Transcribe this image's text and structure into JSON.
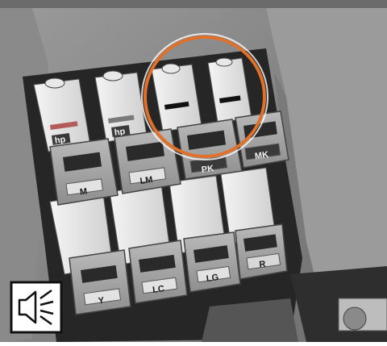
{
  "labels": {
    "m": "M",
    "lm": "LM",
    "pk": "PK",
    "mk": "MK",
    "y": "Y",
    "lc": "LC",
    "lg": "LG",
    "r": "R"
  },
  "brand_mark": "hp",
  "highlight_color": "#e0702a",
  "icons": {
    "sound": "speaker-sound-icon"
  }
}
